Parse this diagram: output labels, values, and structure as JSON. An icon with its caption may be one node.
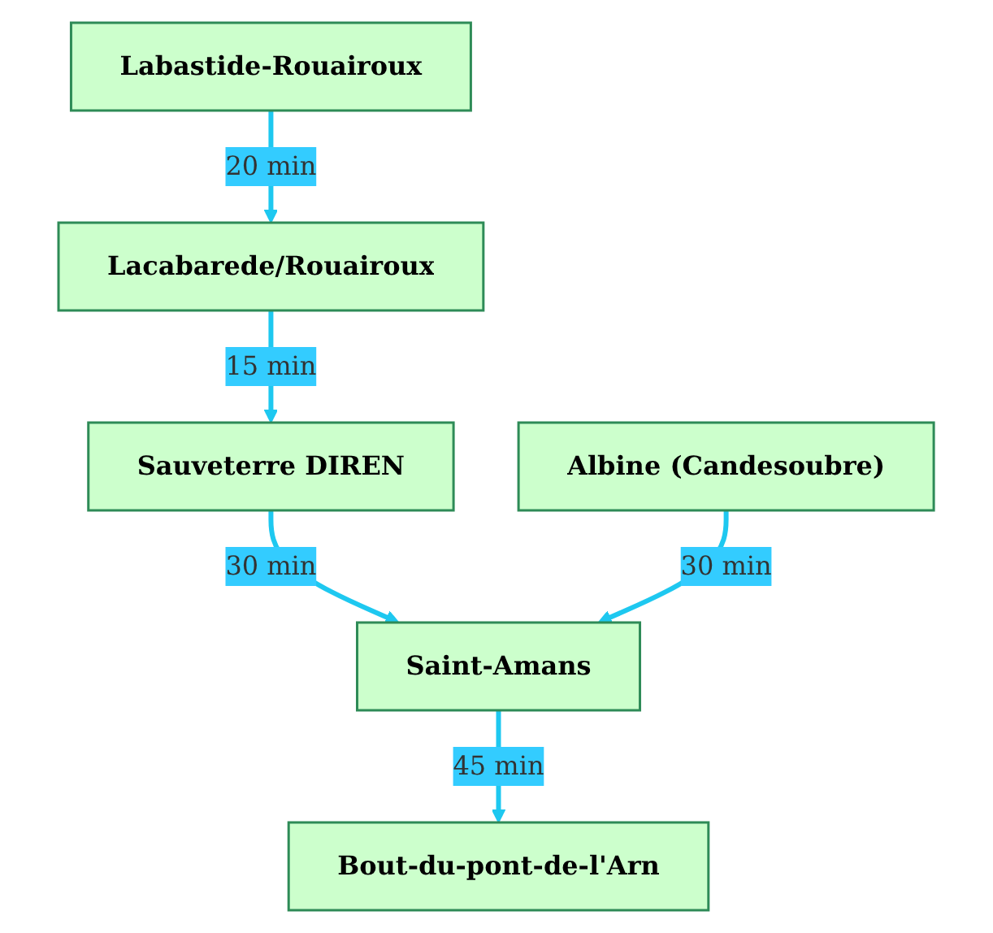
{
  "diagram": {
    "nodes": [
      {
        "text": [
          "Labastide-Rouairoux"
        ]
      },
      {
        "text": [
          "Lacabarede/Rouairoux"
        ]
      },
      {
        "text": [
          "Sauveterre DIREN"
        ]
      },
      {
        "text": [
          "Saint-Amans"
        ]
      },
      {
        "text": [
          "Albine (Candesoubre)"
        ]
      },
      {
        "text": [
          "Bout-du-pont-de-l'Arn"
        ]
      }
    ],
    "edges": [
      {
        "from": 0,
        "to": 1,
        "arrow": "to",
        "label": "20 min"
      },
      {
        "from": 1,
        "to": 2,
        "arrow": "to",
        "label": "15 min"
      },
      {
        "from": 2,
        "to": 3,
        "arrow": "to",
        "label": "30 min"
      },
      {
        "from": 4,
        "to": 3,
        "arrow": "to",
        "label": "30 min"
      },
      {
        "from": 3,
        "to": 5,
        "arrow": "to",
        "label": "45 min"
      }
    ]
  }
}
